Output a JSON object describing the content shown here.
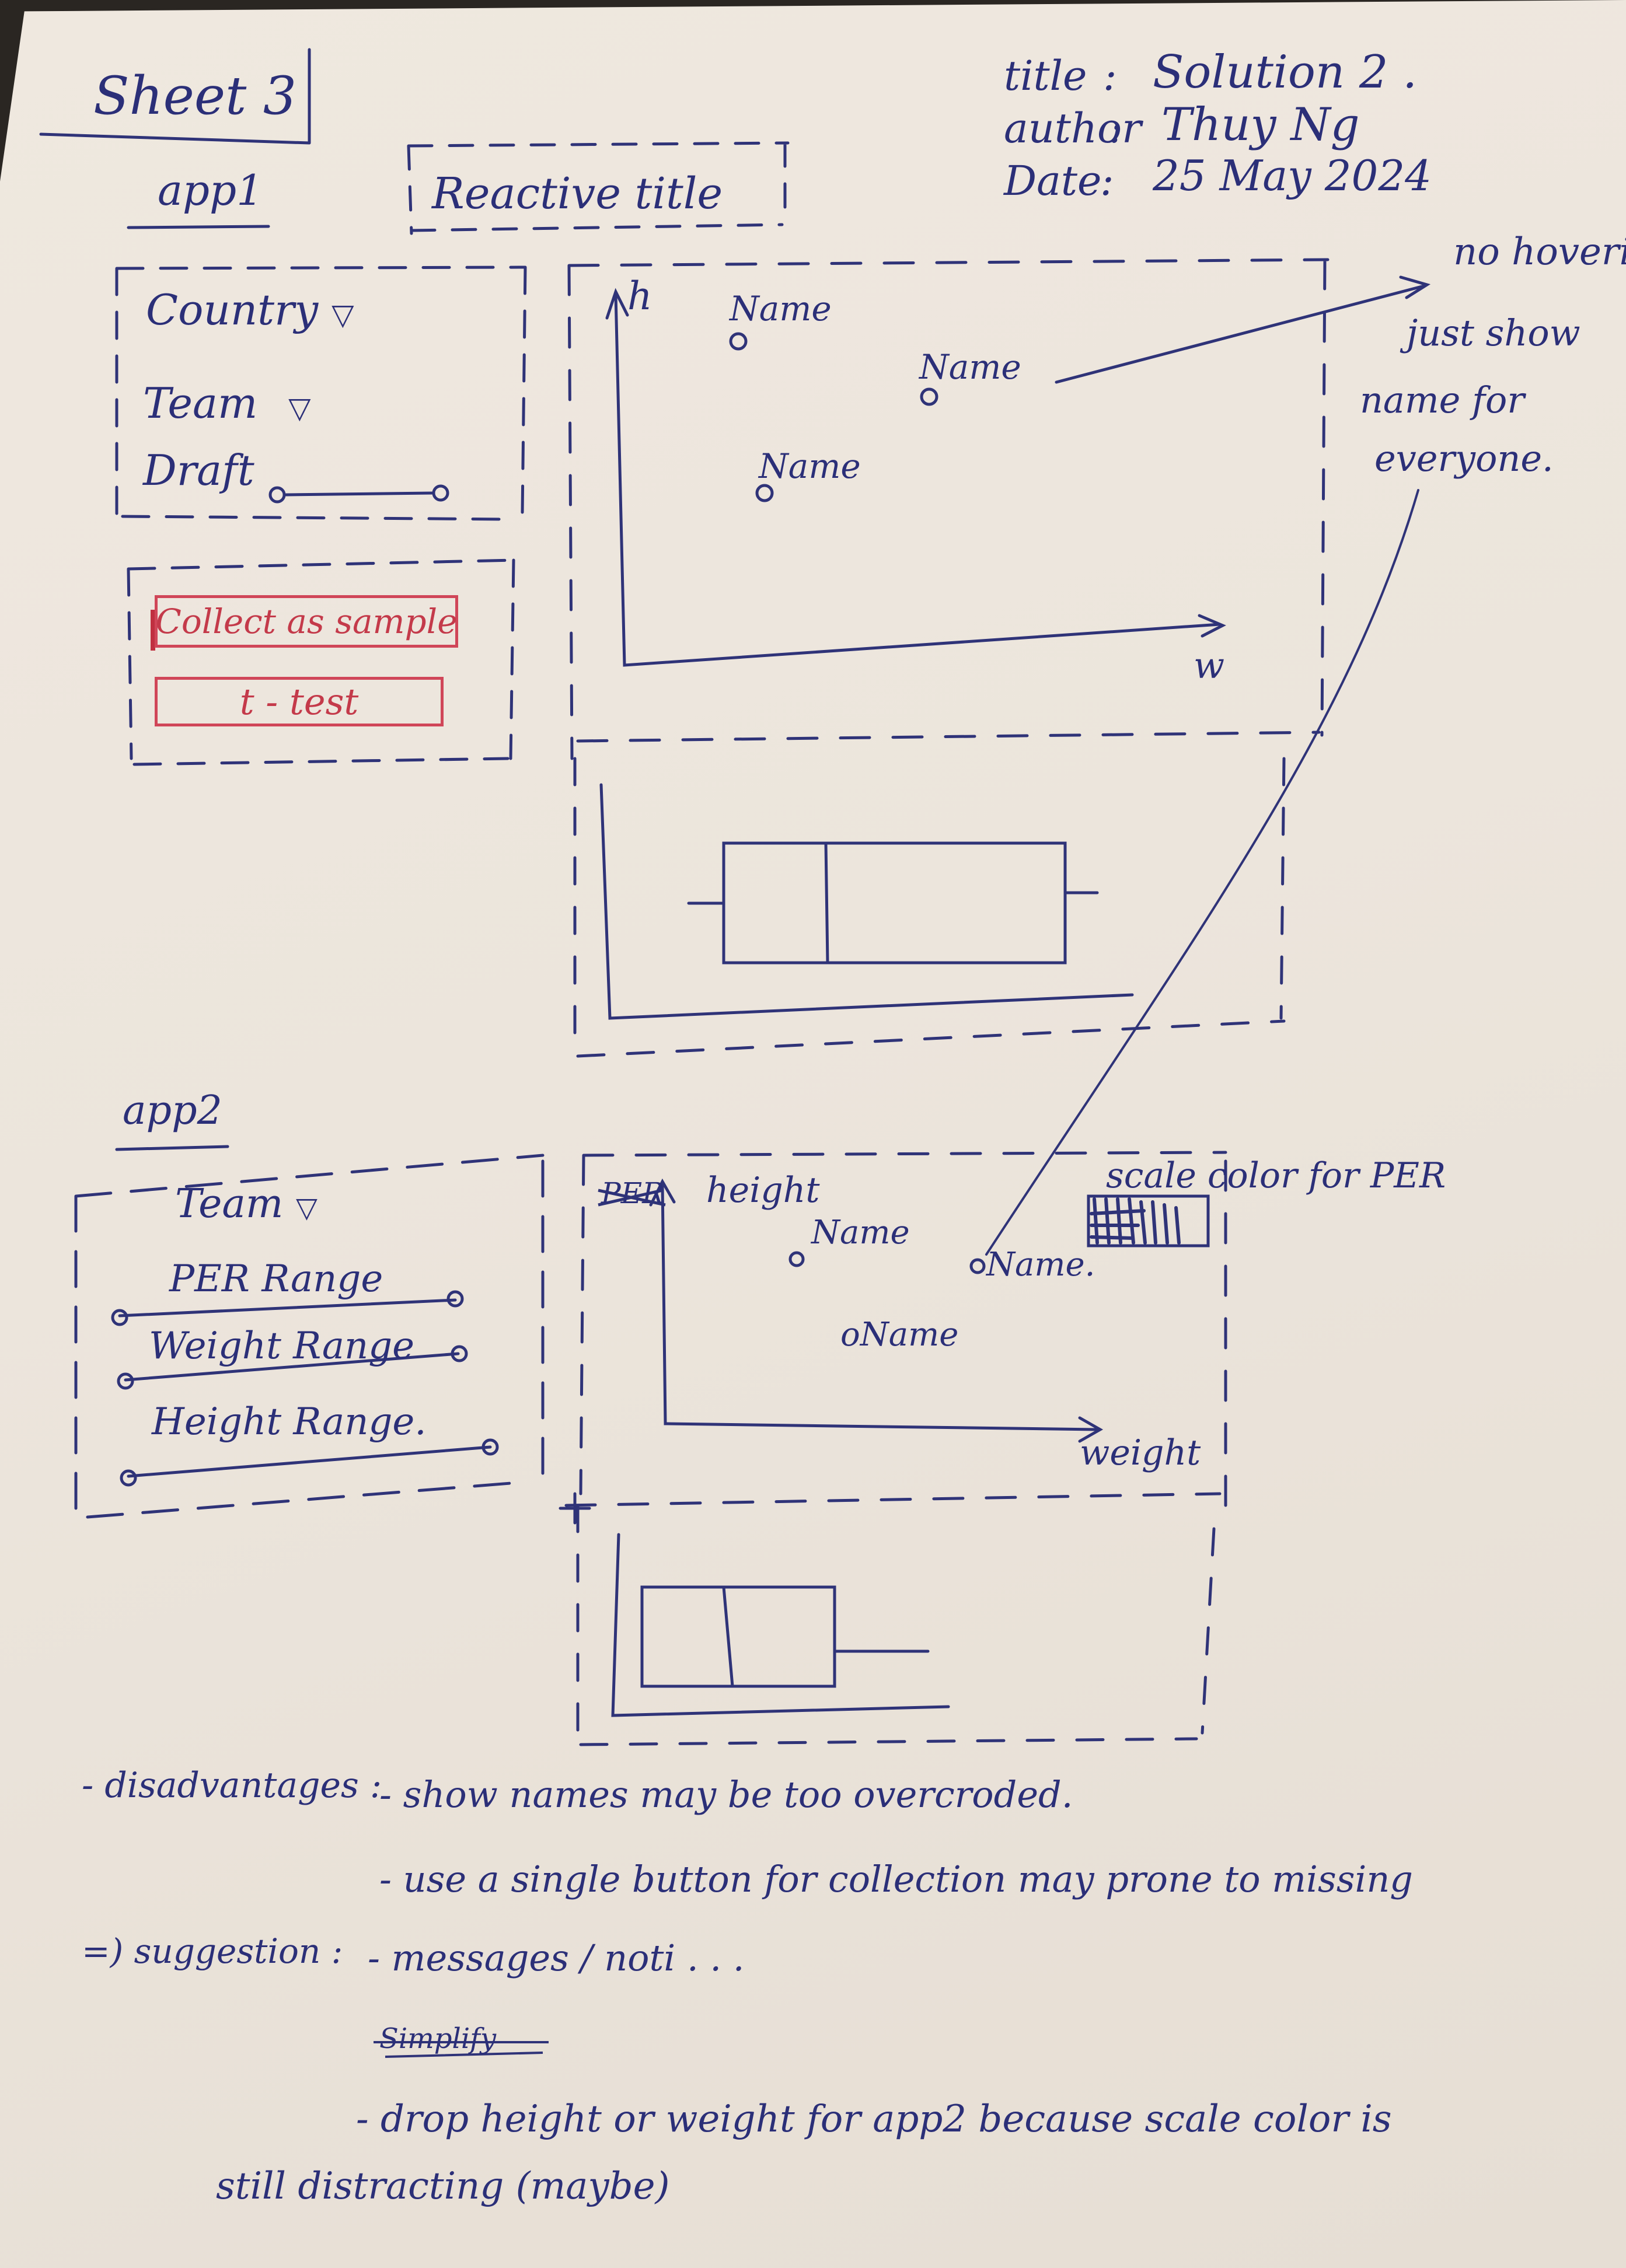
{
  "sheet": {
    "label": "Sheet 3"
  },
  "meta": {
    "title_key": "title",
    "title_val": "Solution 2 .",
    "author_key": "author",
    "author_val": "Thuy Ng",
    "date_key": "Date",
    "date_val": "25 May 2024"
  },
  "app1": {
    "label": "app1",
    "reactive_title": "Reactive title",
    "filters": [
      {
        "label": "Country"
      },
      {
        "label": "Team"
      },
      {
        "label": "Draft"
      }
    ],
    "buttons": {
      "collect": "Collect as sample",
      "ttest": "t - test"
    },
    "scatter": {
      "y_label": "h",
      "x_label": "w",
      "points": [
        {
          "label": "Name"
        },
        {
          "label": "Name"
        },
        {
          "label": "Name"
        }
      ]
    },
    "note": [
      "no hovering",
      "just show",
      "name for",
      "everyone."
    ]
  },
  "app2": {
    "label": "app2",
    "filters": [
      {
        "label": "Team"
      },
      {
        "label": "PER Range"
      },
      {
        "label": "Weight Range"
      },
      {
        "label": "Height Range."
      }
    ],
    "scatter": {
      "y_label": "height",
      "y_crossed": "PER",
      "x_label": "weight",
      "points": [
        {
          "label": "Name"
        },
        {
          "label": "Name."
        },
        {
          "label": "Name"
        }
      ]
    },
    "scale_note": "scale color for PER"
  },
  "notes": {
    "disadvantages_label": "- disadvantages :",
    "disadvantages": [
      "- show names may be too overcroded.",
      "- use a single button for collection may prone to missing"
    ],
    "suggestion_label": "=) suggestion :",
    "suggestions": [
      "- messages / noti . . ."
    ],
    "struck": "Simplify",
    "last_line_1": "- drop height or weight for app2 because scale color is",
    "last_line_2": "still distracting (maybe)"
  },
  "icons": {
    "dropdown": "triangle-down-icon",
    "slider": "range-slider-icon"
  },
  "colors": {
    "paper": "#ece5dc",
    "ink": "#2b2f78",
    "red": "#c43a4a"
  }
}
